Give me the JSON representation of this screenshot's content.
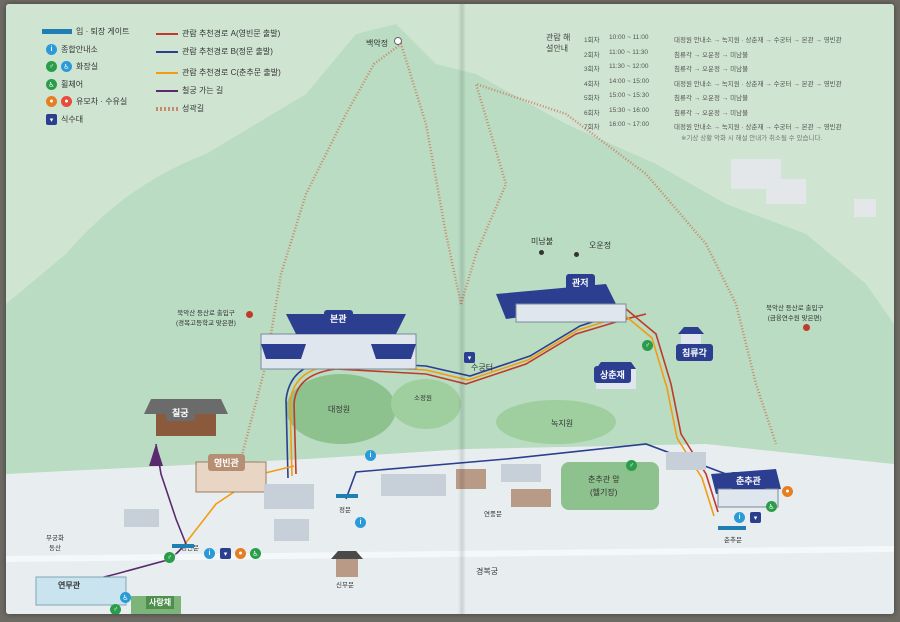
{
  "legend": {
    "gate": "입 · 퇴장 게이트",
    "info": "종합안내소",
    "restroom": "화장실",
    "wheelchair": "휠체어",
    "stroller": "유모차 · 수유실",
    "water": "식수대",
    "route_a": "관람 추천경로 A(영빈문 출발)",
    "route_b": "관람 추천경로 B(정문 출발)",
    "route_c": "관람 추천경로 C(춘추문 출발)",
    "trail": "칠궁 가는 길",
    "wall": "성곽길"
  },
  "schedule": {
    "title": "관람 해설안내",
    "rows": [
      {
        "n": "1회차",
        "time": "10:00 ~ 11:00",
        "route": "대정원 안내소 → 녹지원 · 상춘재 → 수궁터 → 본관 → 영빈관"
      },
      {
        "n": "2회차",
        "time": "11:00 ~ 11:30",
        "route": "침류각 → 오운정 → 미남불"
      },
      {
        "n": "3회차",
        "time": "11:30 ~ 12:00",
        "route": "침류각 → 오운정 → 미남불"
      },
      {
        "n": "4회차",
        "time": "14:00 ~ 15:00",
        "route": "대정원 안내소 → 녹지원 · 상춘재 → 수궁터 → 본관 → 영빈관"
      },
      {
        "n": "5회차",
        "time": "15:00 ~ 15:30",
        "route": "침류각 → 오운정 → 미남불"
      },
      {
        "n": "6회차",
        "time": "15:30 ~ 16:00",
        "route": "침류각 → 오운정 → 미남불"
      },
      {
        "n": "7회차",
        "time": "16:00 ~ 17:00",
        "route": "대정원 안내소 → 녹지원 · 상춘재 → 수궁터 → 본관 → 영빈관"
      }
    ],
    "note": "※기상 상황 악화 시 해설 안내가 취소될 수 있습니다."
  },
  "places": {
    "baegak": "백악정",
    "minambul": "미남불",
    "ounjeong": "오운정",
    "bongwan": "본관",
    "gwanjeo": "관저",
    "chimnyugak": "침류각",
    "sangchunjae": "상춘재",
    "sugungteo": "수궁터",
    "nokjiwon": "녹지원",
    "daejeongwon": "대정원",
    "sojeongwon": "소정원",
    "chilgung": "칠궁",
    "yeongbingwan": "영빈관",
    "chunchugwan": "춘추관",
    "chunchugwan_front": "춘추관 앞",
    "heli": "(헬기장)",
    "yeonmugwan": "연무관",
    "sarangchae": "사랑채",
    "mugunghwa": "무궁화\n동산",
    "gyeongbokgung": "경복궁",
    "sinmumun": "신무문",
    "yeongbinmun": "영빈문",
    "jeongmun": "정문",
    "chunchumun": "춘추문",
    "yeonpungmun": "연풍문",
    "trail_left": "북악산 등산로 출입구\n(경복고등학교 맞은편)",
    "trail_right": "북악산 등산로 출입구\n(금융연수원 맞은편)"
  },
  "colors": {
    "route_a": "#c0392b",
    "route_b": "#2c3e8f",
    "route_c": "#f39c12",
    "trail": "#5b2a6e",
    "wall": "#c9886a",
    "gate": "#1f7fb3",
    "info": "#2a9bd8",
    "restroom": "#2a9d4a",
    "stroller": "#e67e22",
    "roof": "#2c3e8f"
  }
}
